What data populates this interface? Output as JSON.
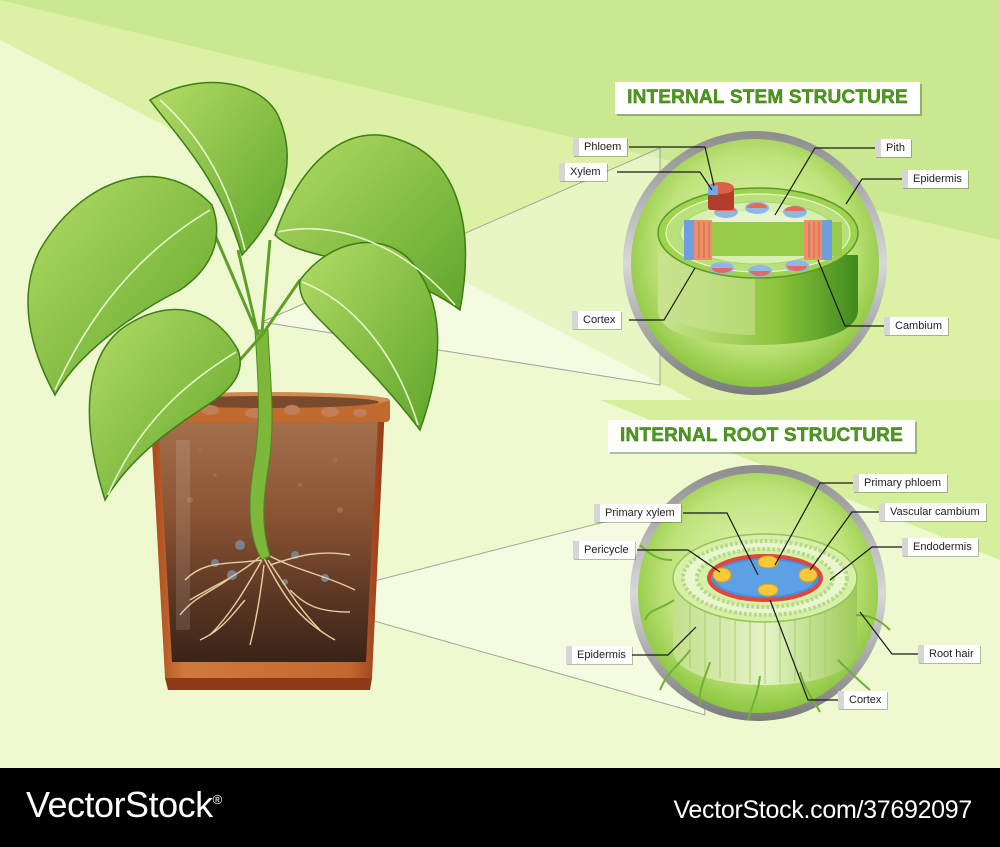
{
  "stem_title": "INTERNAL STEM STRUCTURE",
  "root_title": "INTERNAL ROOT STRUCTURE",
  "stem_labels": {
    "phloem": "Phloem",
    "xylem": "Xylem",
    "pith": "Pith",
    "epidermis": "Epidermis",
    "cortex": "Cortex",
    "cambium": "Cambium"
  },
  "root_labels": {
    "primary_phloem": "Primary phloem",
    "primary_xylem": "Primary xylem",
    "vascular_cambium": "Vascular cambium",
    "pericycle": "Pericycle",
    "endodermis": "Endodermis",
    "epidermis": "Epidermis",
    "root_hair": "Root hair",
    "cortex": "Cortex"
  },
  "footer": {
    "logo": "VectorStock",
    "registered_mark": "®",
    "url": "VectorStock.com/37692097"
  },
  "colors": {
    "background_light": "#eef9cf",
    "background_mid": "#dcf1a6",
    "background_dark": "#c7e792",
    "title_green": "#4f9a1d",
    "leaf_green": "#8fc93e",
    "pot_brown": "#b2501f"
  }
}
